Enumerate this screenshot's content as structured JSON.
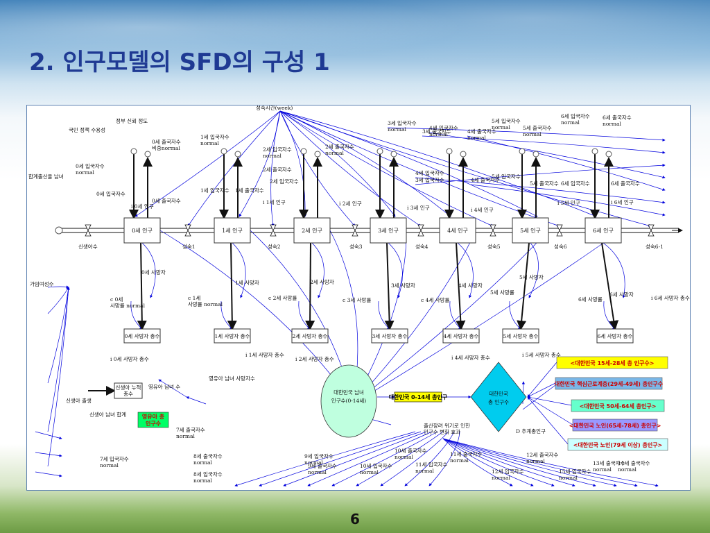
{
  "slide": {
    "title": "2. 인구모델의 SFD의 구성 1",
    "page_number": "6"
  },
  "diagram": {
    "stocks": [
      {
        "id": "s0",
        "label": "0세 인구"
      },
      {
        "id": "s1",
        "label": "1세 인구"
      },
      {
        "id": "s2",
        "label": "2세 인구"
      },
      {
        "id": "s3",
        "label": "3세 인구"
      },
      {
        "id": "s4",
        "label": "4세 인구"
      },
      {
        "id": "s5",
        "label": "5세 인구"
      },
      {
        "id": "s6",
        "label": "6세 인구"
      }
    ],
    "death_stocks": [
      {
        "id": "d0",
        "label": "0세 사망자 총수"
      },
      {
        "id": "d1",
        "label": "1세 사망자 총수"
      },
      {
        "id": "d2",
        "label": "2세 사망자 총수"
      },
      {
        "id": "d3",
        "label": "3세 사망자 총수"
      },
      {
        "id": "d4",
        "label": "4세 사망자 총수"
      },
      {
        "id": "d5",
        "label": "5세 사망자 총수"
      },
      {
        "id": "d6",
        "label": "6세 사망자 총수"
      }
    ],
    "flows": {
      "birth": "신생아수",
      "growth": [
        "성숙1",
        "성숙2",
        "성숙3",
        "성숙4",
        "성숙5",
        "성숙6",
        "성숙6-1"
      ],
      "newborn_births": "신생아 출생"
    },
    "aux_labels": [
      "성숙시간(week)",
      "정부 신뢰 정도",
      "국민 정책 수용성",
      "합계출산율 남녀",
      "0세 출국자수 비중normal",
      "0세 입국자수 normal",
      "0세 입국자수",
      "0세 출국자수",
      "1세 입국자수 normal",
      "1세 입국자수",
      "1세 출국자수",
      "2세 입국자수 normal",
      "2세 출국자수",
      "2세 입국자수",
      "2세 출국자수 normal",
      "3세 입국자수 normal",
      "3세 출국자수",
      "3세 입국자수",
      "4세 입국자수 normal",
      "4세 출국자수 normal",
      "4세 입국자수",
      "4세 출국자수",
      "5세 입국자수 normal",
      "5세 출국자수 normal",
      "5세 입국자수",
      "5세 출국자수",
      "6세 입국자수 normal",
      "6세 출국자수 normal",
      "6세 입국자수",
      "6세 출국자수",
      "i 0세 인구",
      "i 1세 인구",
      "i 2세 인구",
      "i 3세 인구",
      "i 4세 인구",
      "i 5세 인구",
      "i 6세 인구",
      "0세 사망자",
      "1세 사망자",
      "2세 사망자",
      "3세 사망자",
      "4세 사망자",
      "5세 사망자",
      "6세 사망자",
      "c 0세 사망률 normal",
      "c 1세 사망률 normal",
      "c 2세 사망률",
      "c 3세 사망률",
      "c 4세 사망률",
      "5세 사망률",
      "6세 사망률",
      "i 0세 사망자 총수",
      "i 1세 사망자 총수",
      "i 2세 사망자 총수",
      "i 4세 사망자 총수",
      "i 5세 사망자 총수",
      "i 6세 사망자 총수",
      "가임여성수",
      "신생아 누적 총수",
      "영유아 남녀 수",
      "영유아 남녀 사망자수",
      "신생아 남녀 합계",
      "7세 출국자수 normal",
      "7세 입국자수 normal",
      "8세 출국자수 normal",
      "8세 입국자수 normal",
      "9세 입국자수 normal",
      "9세 출국자수 normal",
      "10세 출국자수 normal",
      "10세 입국자수 normal",
      "11세 출국자수 normal",
      "11세 입국자수 normal",
      "12세 출국자수 normal",
      "12세 입국자수 normal",
      "13세 출국자수 normal",
      "14세 출국자수 normal",
      "15세 입국자수 normal",
      "D 추계총인구",
      "출산장려 위기로 인한 인구수 변화 효과"
    ],
    "summary_nodes": {
      "circle": "대한민국 남녀 인구수(0-14세)",
      "diamond": "대한민국 총 인구수",
      "total_0_14": "대한민국 0-14세 총인구",
      "highlight_infant": "영유아 총 인구수"
    },
    "boxed_labels": [
      {
        "text": "<대한민국 15세-28세 총 인구수>",
        "fill": "#ffff00",
        "color": "#cc0000"
      },
      {
        "text": "대한민국 핵심근로계층(29세-49세) 총인구수",
        "fill": "#7ab8e8",
        "color": "#cc0000"
      },
      {
        "text": "<대한민국 50세-64세 총인구>",
        "fill": "#66ffcc",
        "color": "#cc0000"
      },
      {
        "text": "<대한민국 노인(65세-78세) 총인구>",
        "fill": "#9999ff",
        "color": "#cc0000"
      },
      {
        "text": "<대한민국 노인(79세 이상) 총인구>",
        "fill": "#ccffff",
        "color": "#cc0000"
      }
    ],
    "colors": {
      "arrows": "#0000dd",
      "stock_border": "#333333",
      "title": "#1f3a93",
      "highlight_green": "#00ff66",
      "highlight_yellow": "#ffff00"
    }
  }
}
